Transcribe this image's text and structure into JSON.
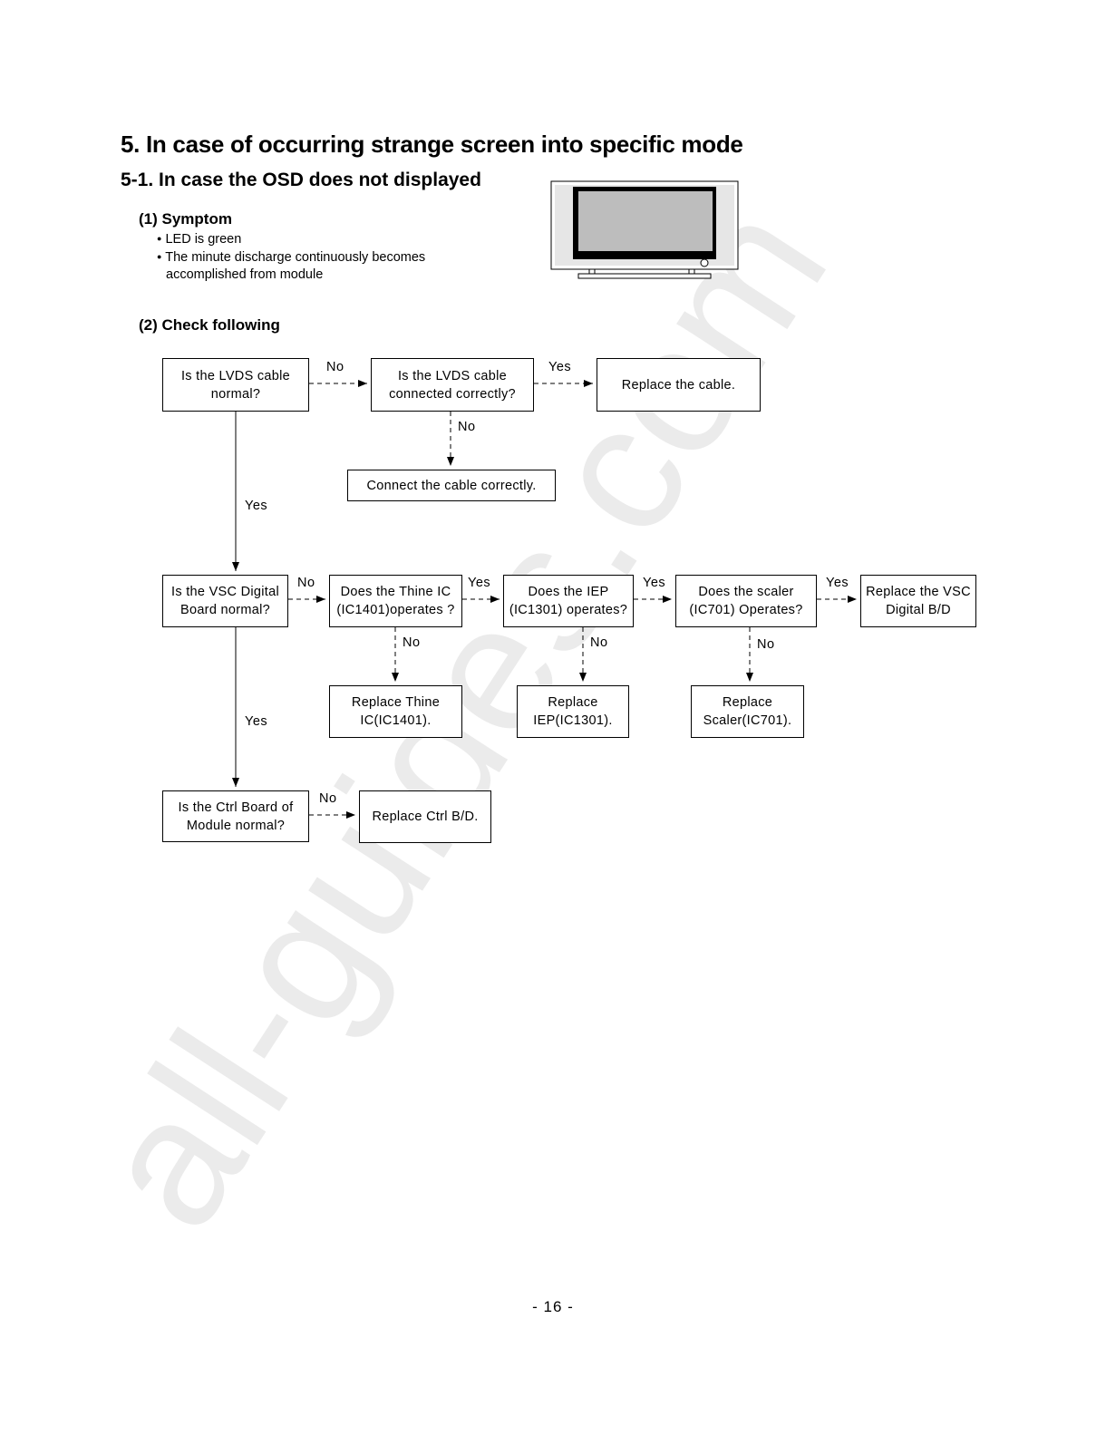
{
  "watermark": "all-guides.com",
  "heading": "5. In case of occurring strange screen into specific mode",
  "subheading": "5-1. In case the OSD does not displayed",
  "symptom": {
    "title": "(1) Symptom",
    "bullets": [
      "LED is green",
      "The minute discharge continuously becomes",
      "accomplished from module"
    ]
  },
  "check": {
    "title": "(2) Check following"
  },
  "flow": {
    "lvds_normal": "Is the LVDS cable\nnormal?",
    "lvds_connected": "Is the LVDS cable\nconnected correctly?",
    "replace_cable": "Replace the cable.",
    "connect_cable": "Connect the cable correctly.",
    "vsc_normal": "Is the VSC Digital\nBoard normal?",
    "thine_operates": "Does the Thine IC\n(IC1401)operates ?",
    "iep_operates": "Does the IEP\n(IC1301) operates?",
    "scaler_operates": "Does the scaler\n(IC701) Operates?",
    "replace_vsc": "Replace the VSC\nDigital B/D",
    "replace_thine": "Replace Thine\nIC(IC1401).",
    "replace_iep": "Replace\nIEP(IC1301).",
    "replace_scaler": "Replace\nScaler(IC701).",
    "ctrl_normal": "Is the Ctrl Board of\nModule normal?",
    "replace_ctrl": "Replace Ctrl B/D."
  },
  "labels": {
    "yes": "Yes",
    "no": "No"
  },
  "page_number": "-  16  -"
}
